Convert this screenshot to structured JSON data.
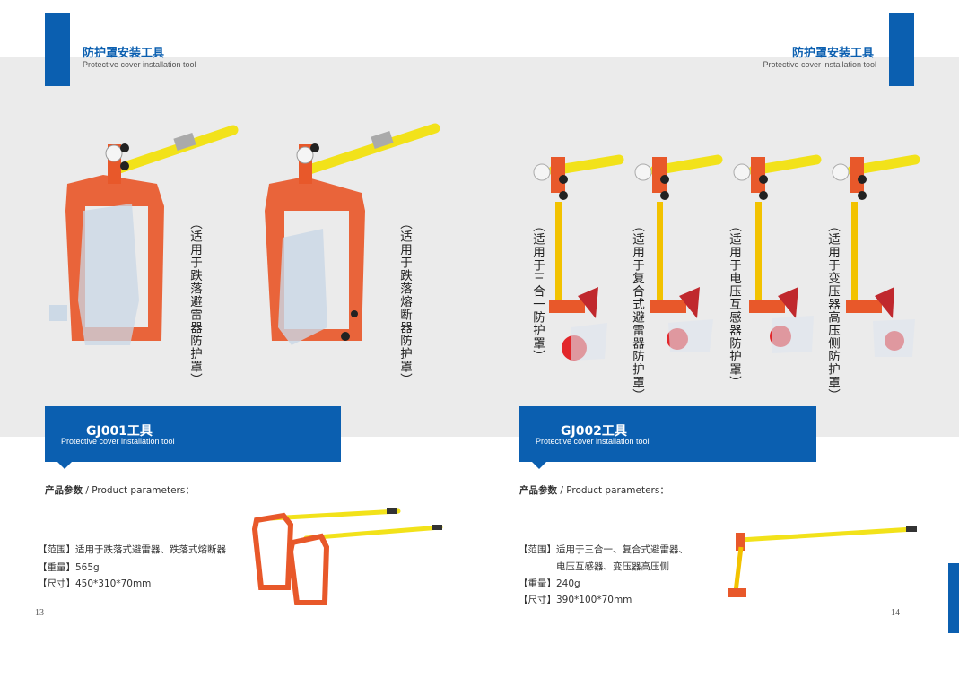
{
  "header_left": {
    "title_cn": "防护罩安装工具",
    "title_en": "Protective cover installation tool"
  },
  "header_right": {
    "title_cn": "防护罩安装工具",
    "title_en": "Protective cover installation tool"
  },
  "labels": {
    "l1": "（适用于跌落避雷器防护罩）",
    "l2": "（适用于跌落熔断器防护罩）",
    "l3": "（适用于三合一防护罩）",
    "l4": "（适用于复合式避雷器防护罩）",
    "l5": "（适用于电压互感器防护罩）",
    "l6": "（适用于变压器高压侧防护罩）"
  },
  "product1": {
    "code": "GJ001工具",
    "subtitle": "Protective cover installation tool",
    "params_cn": "产品参数",
    "params_en": " / Product parameters：",
    "scope": "【范围】适用于跌落式避雷器、跌落式熔断器",
    "weight": "【重量】565g",
    "size": "【尺寸】450*310*70mm"
  },
  "product2": {
    "code": "GJ002工具",
    "subtitle": "Protective cover installation tool",
    "params_cn": "产品参数",
    "params_en": " / Product parameters：",
    "scope1": "【范围】适用于三合一、复合式避雷器、",
    "scope2": "电压互感器、变压器高压侧",
    "weight": "【重量】240g",
    "size": "【尺寸】390*100*70mm"
  },
  "pages": {
    "left": "13",
    "right": "14"
  },
  "colors": {
    "brand_blue": "#0b5fb0",
    "tool_orange": "#e8582a",
    "pole_yellow": "#f2e21a",
    "band_gray": "#ebebeb"
  }
}
